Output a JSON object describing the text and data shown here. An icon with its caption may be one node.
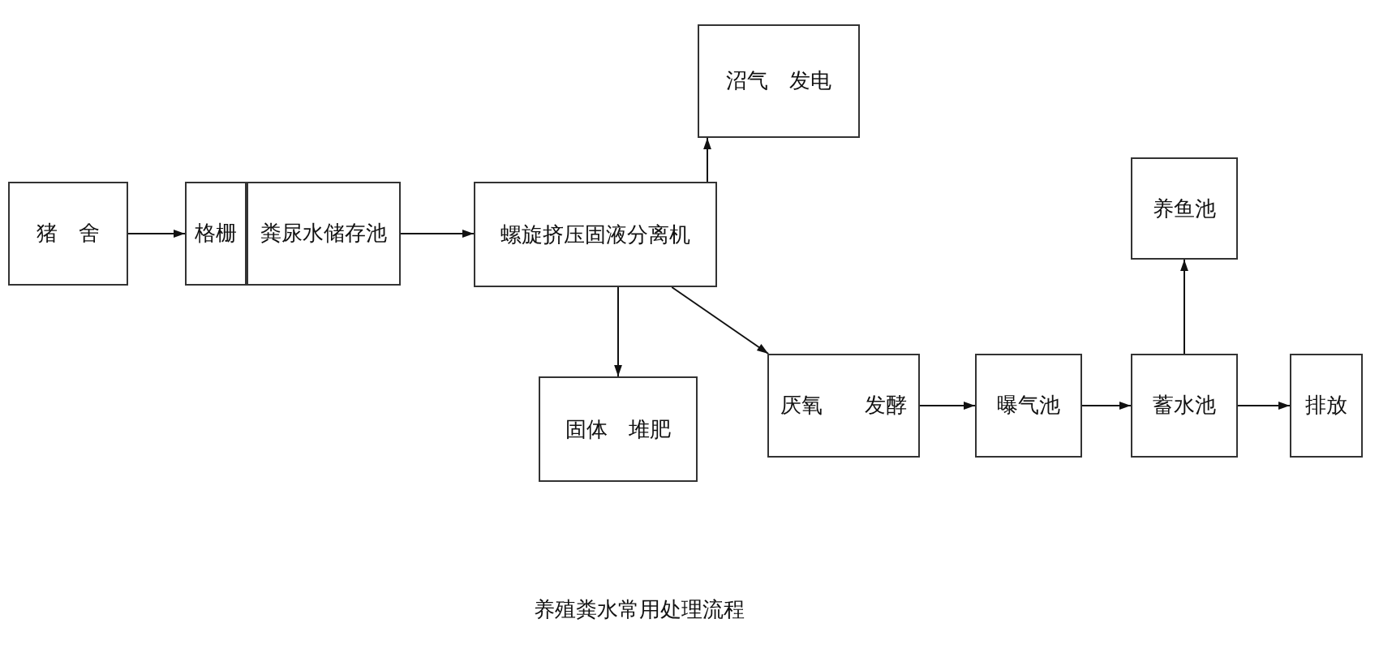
{
  "diagram": {
    "caption": "养殖粪水常用处理流程",
    "nodes": [
      {
        "text": [
          "猪　舍"
        ]
      },
      {
        "text": [
          "格栅"
        ]
      },
      {
        "text": [
          "粪尿水储存池"
        ]
      },
      {
        "text": [
          "螺旋挤压固液分离机"
        ]
      },
      {
        "text": [
          "沼气　发电"
        ]
      },
      {
        "text": [
          "固体　堆肥"
        ]
      },
      {
        "text": [
          "厌氧　　发酵"
        ]
      },
      {
        "text": [
          "曝气池"
        ]
      },
      {
        "text": [
          "蓄水池"
        ]
      },
      {
        "text": [
          "养鱼池"
        ]
      },
      {
        "text": [
          "排放"
        ]
      }
    ],
    "edges": [
      {
        "from": 0,
        "to": 1,
        "arrow": "to"
      },
      {
        "from": 2,
        "to": 3,
        "arrow": "to"
      },
      {
        "from": 3,
        "to": 4,
        "arrow": "to"
      },
      {
        "from": 3,
        "to": 5,
        "arrow": "to"
      },
      {
        "from": 3,
        "to": 6,
        "arrow": "to"
      },
      {
        "from": 6,
        "to": 7,
        "arrow": "to"
      },
      {
        "from": 7,
        "to": 8,
        "arrow": "to"
      },
      {
        "from": 8,
        "to": 9,
        "arrow": "to"
      },
      {
        "from": 8,
        "to": 10,
        "arrow": "to"
      }
    ]
  }
}
